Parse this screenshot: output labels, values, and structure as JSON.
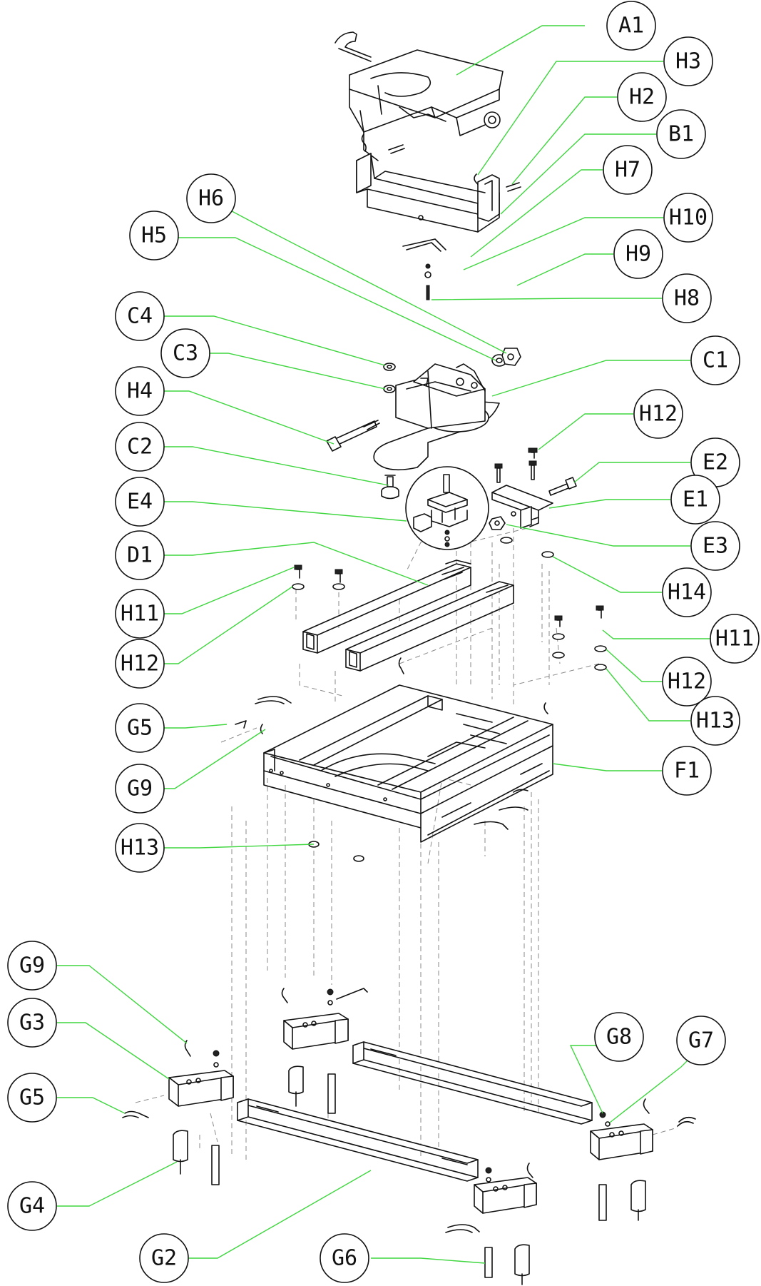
{
  "colors": {
    "leader": "#3fd63f",
    "ink": "#111111",
    "hidden_line": "#8a8a8a"
  },
  "callouts": [
    {
      "id": "A1",
      "label": "A1"
    },
    {
      "id": "H3",
      "label": "H3"
    },
    {
      "id": "H2",
      "label": "H2"
    },
    {
      "id": "B1",
      "label": "B1"
    },
    {
      "id": "H7",
      "label": "H7"
    },
    {
      "id": "H10",
      "label": "H10"
    },
    {
      "id": "H9",
      "label": "H9"
    },
    {
      "id": "H8",
      "label": "H8"
    },
    {
      "id": "H6",
      "label": "H6"
    },
    {
      "id": "H5",
      "label": "H5"
    },
    {
      "id": "C4",
      "label": "C4"
    },
    {
      "id": "C3",
      "label": "C3"
    },
    {
      "id": "C1",
      "label": "C1"
    },
    {
      "id": "H4",
      "label": "H4"
    },
    {
      "id": "H12a",
      "label": "H12"
    },
    {
      "id": "E2",
      "label": "E2"
    },
    {
      "id": "C2",
      "label": "C2"
    },
    {
      "id": "E1",
      "label": "E1"
    },
    {
      "id": "E4",
      "label": "E4"
    },
    {
      "id": "E3",
      "label": "E3"
    },
    {
      "id": "D1",
      "label": "D1"
    },
    {
      "id": "H14",
      "label": "H14"
    },
    {
      "id": "H11a",
      "label": "H11"
    },
    {
      "id": "H11b",
      "label": "H11"
    },
    {
      "id": "H12b",
      "label": "H12"
    },
    {
      "id": "H12c",
      "label": "H12"
    },
    {
      "id": "H13a",
      "label": "H13"
    },
    {
      "id": "G5a",
      "label": "G5"
    },
    {
      "id": "F1",
      "label": "F1"
    },
    {
      "id": "G9a",
      "label": "G9"
    },
    {
      "id": "H13b",
      "label": "H13"
    },
    {
      "id": "G9b",
      "label": "G9"
    },
    {
      "id": "G3",
      "label": "G3"
    },
    {
      "id": "G8",
      "label": "G8"
    },
    {
      "id": "G7",
      "label": "G7"
    },
    {
      "id": "G5b",
      "label": "G5"
    },
    {
      "id": "G4",
      "label": "G4"
    },
    {
      "id": "G2",
      "label": "G2"
    },
    {
      "id": "G6",
      "label": "G6"
    }
  ]
}
